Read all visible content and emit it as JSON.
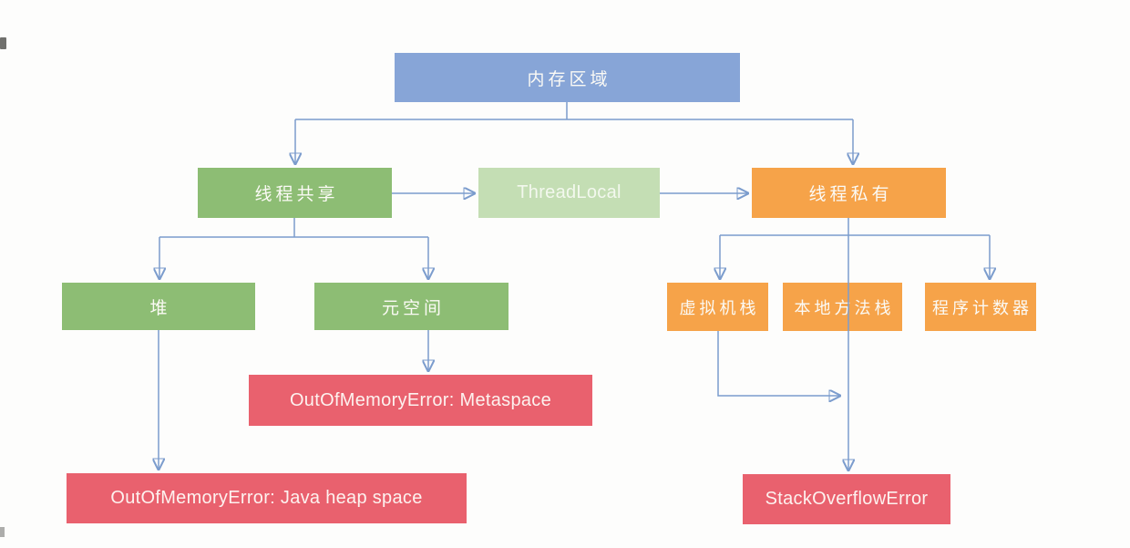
{
  "palette": {
    "node_blue": "#87a5d7",
    "node_green": "#8dbd74",
    "node_light_green": "#c4deb4",
    "node_orange": "#f6a349",
    "node_red": "#e9616e",
    "connector_blue": "#7b9ccd",
    "node_text": "#fbfaf5",
    "background": "#fdfdfc"
  },
  "nodes": {
    "memory_region": {
      "label": "内存区域",
      "color": "blue"
    },
    "thread_shared": {
      "label": "线程共享",
      "color": "green"
    },
    "thread_local": {
      "label": "ThreadLocal",
      "color": "light_green"
    },
    "thread_private": {
      "label": "线程私有",
      "color": "orange"
    },
    "heap": {
      "label": "堆",
      "color": "green"
    },
    "metaspace": {
      "label": "元空间",
      "color": "green"
    },
    "vm_stack": {
      "label": "虚拟机栈",
      "color": "orange"
    },
    "native_method_stack": {
      "label": "本地方法栈",
      "color": "orange"
    },
    "program_counter": {
      "label": "程序计数器",
      "color": "orange"
    },
    "oom_metaspace": {
      "label": "OutOfMemoryError: Metaspace",
      "color": "red"
    },
    "oom_heap": {
      "label": "OutOfMemoryError: Java heap space",
      "color": "red"
    },
    "stack_overflow": {
      "label": "StackOverflowError",
      "color": "red"
    }
  },
  "edges": [
    {
      "from": "memory_region",
      "to": "thread_shared"
    },
    {
      "from": "memory_region",
      "to": "thread_private"
    },
    {
      "from": "thread_shared",
      "to": "thread_local"
    },
    {
      "from": "thread_local",
      "to": "thread_private"
    },
    {
      "from": "thread_shared",
      "to": "heap"
    },
    {
      "from": "thread_shared",
      "to": "metaspace"
    },
    {
      "from": "metaspace",
      "to": "oom_metaspace"
    },
    {
      "from": "heap",
      "to": "oom_heap"
    },
    {
      "from": "thread_private",
      "to": "vm_stack"
    },
    {
      "from": "thread_private",
      "to": "native_method_stack"
    },
    {
      "from": "thread_private",
      "to": "program_counter"
    },
    {
      "from": "thread_private",
      "to": "stack_overflow"
    },
    {
      "from": "vm_stack",
      "to": "stack_overflow"
    }
  ]
}
